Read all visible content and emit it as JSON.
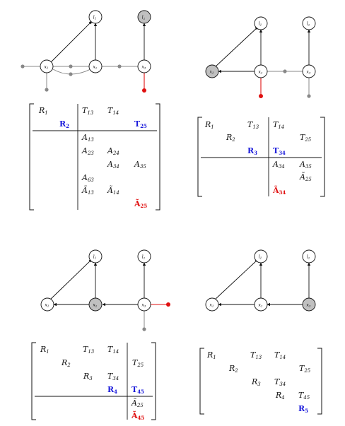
{
  "colors": {
    "highlight": "#1a1adb",
    "red": "#e01010",
    "node_fill_gray": "#c0c0c0",
    "gray_line": "#888888"
  },
  "panels": [
    {
      "nodes": {
        "l1": "l",
        "l2": "l",
        "x1": "x",
        "x2": "x",
        "x3": "x"
      },
      "subs": {
        "l1": "1",
        "l2": "2",
        "x1": "1",
        "x2": "2",
        "x3": "3"
      },
      "matrix": {
        "r1": "R",
        "r1s": "1",
        "t13": "T",
        "t13s": "13",
        "t14": "T",
        "t14s": "14",
        "r2": "R",
        "r2s": "2",
        "t25": "T",
        "t25s": "25",
        "a13": "A",
        "a13s": "13",
        "a23": "A",
        "a23s": "23",
        "a24": "A",
        "a24s": "24",
        "a34": "A",
        "a34s": "34",
        "a35": "A",
        "a35s": "35",
        "a63": "A",
        "a63s": "63",
        "at13": "Ã",
        "at13s": "13",
        "at14": "Ã",
        "at14s": "14",
        "at25": "Ã",
        "at25s": "25"
      }
    },
    {
      "nodes": {
        "l1": "l",
        "l2": "l",
        "x1": "x",
        "x2": "x",
        "x3": "x"
      },
      "subs": {
        "l1": "1",
        "l2": "2",
        "x1": "1",
        "x2": "2",
        "x3": "3"
      },
      "matrix": {
        "r1": "R",
        "r1s": "1",
        "t13": "T",
        "t13s": "13",
        "t14": "T",
        "t14s": "14",
        "r2": "R",
        "r2s": "2",
        "t25": "T",
        "t25s": "25",
        "r3": "R",
        "r3s": "3",
        "t34": "T",
        "t34s": "34",
        "a34": "A",
        "a34s": "34",
        "a35": "A",
        "a35s": "35",
        "at25": "Ã",
        "at25s": "25",
        "at34": "Ã",
        "at34s": "34"
      }
    },
    {
      "nodes": {
        "l1": "l",
        "l2": "l",
        "x1": "x",
        "x2": "x",
        "x3": "x"
      },
      "subs": {
        "l1": "1",
        "l2": "2",
        "x1": "1",
        "x2": "2",
        "x3": "3"
      },
      "matrix": {
        "r1": "R",
        "r1s": "1",
        "t13": "T",
        "t13s": "13",
        "t14": "T",
        "t14s": "14",
        "r2": "R",
        "r2s": "2",
        "t25": "T",
        "t25s": "25",
        "r3": "R",
        "r3s": "3",
        "t34": "T",
        "t34s": "34",
        "r4": "R",
        "r4s": "4",
        "t45": "T",
        "t45s": "45",
        "at25": "Ã",
        "at25s": "25",
        "at45": "Ã",
        "at45s": "45"
      }
    },
    {
      "nodes": {
        "l1": "l",
        "l2": "l",
        "x1": "x",
        "x2": "x",
        "x3": "x"
      },
      "subs": {
        "l1": "1",
        "l2": "2",
        "x1": "1",
        "x2": "2",
        "x3": "3"
      },
      "matrix": {
        "r1": "R",
        "r1s": "1",
        "t13": "T",
        "t13s": "13",
        "t14": "T",
        "t14s": "14",
        "r2": "R",
        "r2s": "2",
        "t25": "T",
        "t25s": "25",
        "r3": "R",
        "r3s": "3",
        "t34": "T",
        "t34s": "34",
        "r4": "R",
        "r4s": "4",
        "t45": "T",
        "t45s": "45",
        "r5": "R",
        "r5s": "5"
      }
    }
  ]
}
